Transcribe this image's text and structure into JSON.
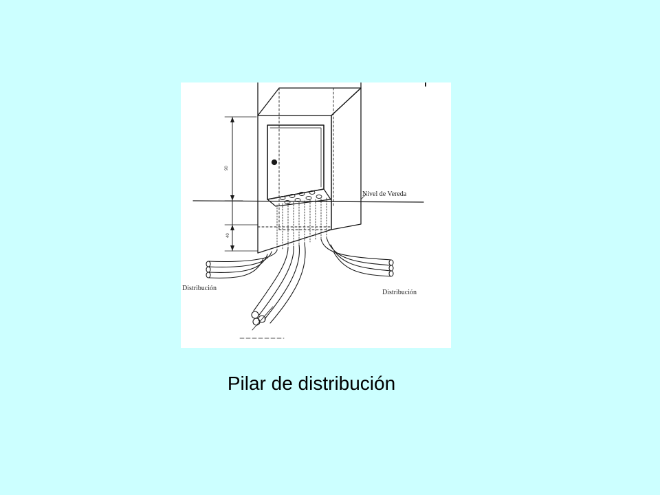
{
  "caption": "Pilar de distribución",
  "diagram": {
    "label_sidewalk": "Nivel de Vereda",
    "label_left": "Distribución",
    "label_right": "Distribución",
    "dim_upper": "90",
    "dim_lower": "40"
  }
}
